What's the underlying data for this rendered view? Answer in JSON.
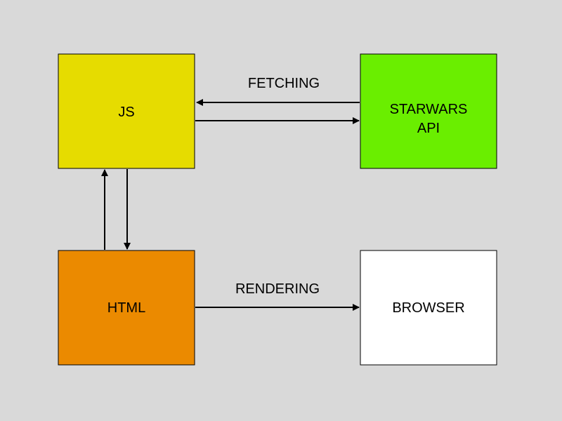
{
  "background": "#d9d9d9",
  "nodes": {
    "js": {
      "label": "JS",
      "color": "#e6dc00"
    },
    "api": {
      "label_line1": "STARWARS",
      "label_line2": "API",
      "color": "#6aee00"
    },
    "html": {
      "label": "HTML",
      "color": "#eb8a00"
    },
    "browser": {
      "label": "BROWSER",
      "color": "#ffffff"
    }
  },
  "edges": {
    "fetching": {
      "label": "FETCHING"
    },
    "rendering": {
      "label": "RENDERING"
    }
  }
}
